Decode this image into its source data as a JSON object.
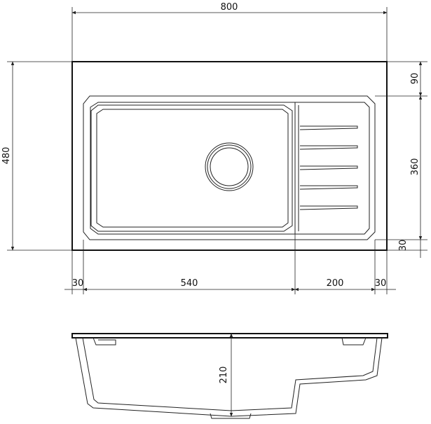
{
  "top_view": {
    "overall_width": "800",
    "overall_height": "480",
    "top_margin": "90",
    "bowl_depth_span": "360",
    "bottom_margin": "30",
    "left_margin": "30",
    "bowl_width": "540",
    "drainer_width": "200",
    "right_margin": "30"
  },
  "side_view": {
    "bowl_depth": "210"
  }
}
